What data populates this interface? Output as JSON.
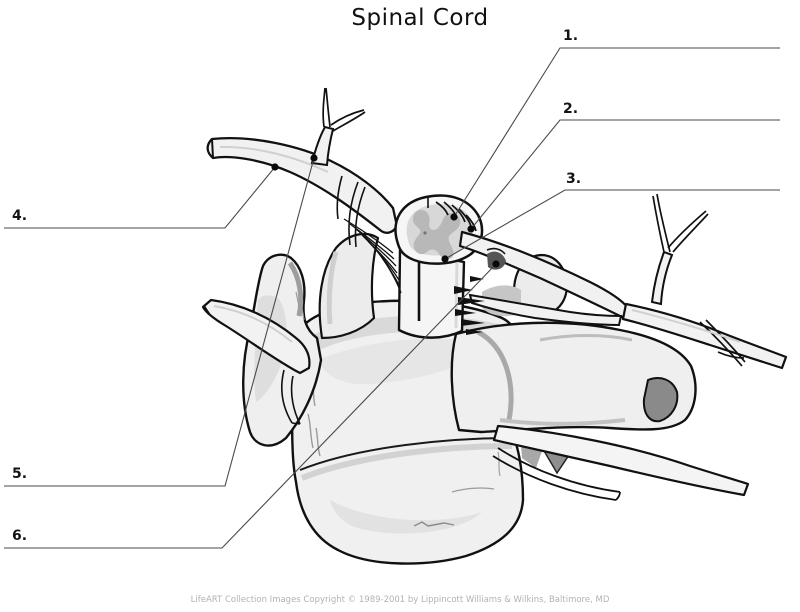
{
  "title": "Spinal Cord",
  "figure": {
    "name": "spinal-cord-diagram",
    "labels": [
      {
        "text": "1."
      },
      {
        "text": "2."
      },
      {
        "text": "3."
      },
      {
        "text": "4."
      },
      {
        "text": "5."
      },
      {
        "text": "6."
      }
    ]
  },
  "footer": {
    "credit": "LifeART Collection Images Copyright © 1989-2001 by Lippincott Williams & Wilkins, Baltimore, MD"
  },
  "colors": {
    "outline": "#111111",
    "bone_fill": "#f0f0f0",
    "shade_light": "#dcdcdc",
    "shade_mid": "#bdbdbd",
    "shade_dark": "#8f8f8f",
    "gray_matter": "#b8b8b8",
    "gray_halo": "#d8d8d8",
    "leader_line": "#4a4a4a",
    "label_text": "#141414",
    "footer_text": "#b2b2b2"
  }
}
